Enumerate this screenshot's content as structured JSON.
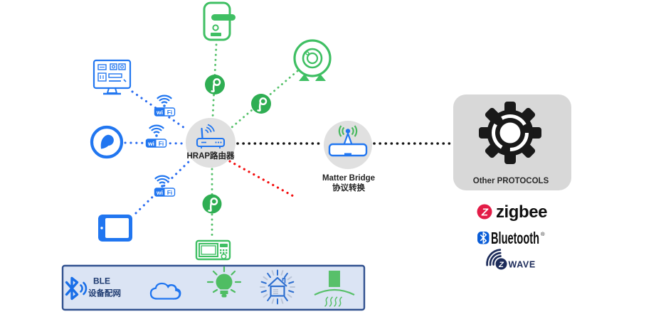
{
  "diagram": {
    "router_label": "HRAP路由器",
    "bridge_label1": "Matter Bridge",
    "bridge_label2": "协议转换",
    "protocols_label": "Other PROTOCOLS"
  },
  "wifi_badge": {
    "left": "wi",
    "right": "Fi"
  },
  "logos": {
    "zigbee_letter": "Z",
    "zigbee_text": "zigbee",
    "bluetooth_text": "Bluetooth",
    "bluetooth_reg": "®",
    "zwave_letter": "Z",
    "zwave_text": "WAVE"
  },
  "bottom_bar": {
    "ble_title": "BLE",
    "ble_subtitle": "设备配网"
  },
  "colors": {
    "device_blue": "#2176f0",
    "device_green": "#3fbf63",
    "thread_green": "#2fae53",
    "line_red": "#f30b0b",
    "line_black": "#161616",
    "node_gray": "#e0e0e0",
    "protocols_box_gray": "#d8d8d8",
    "bar_bg": "#dbe4f4",
    "bar_border": "#31518f",
    "zigbee_red": "#e31c47",
    "bluetooth_blue": "#0a5dd7",
    "zwave_navy": "#1c2b5a",
    "navy_text": "#1e3a70"
  }
}
